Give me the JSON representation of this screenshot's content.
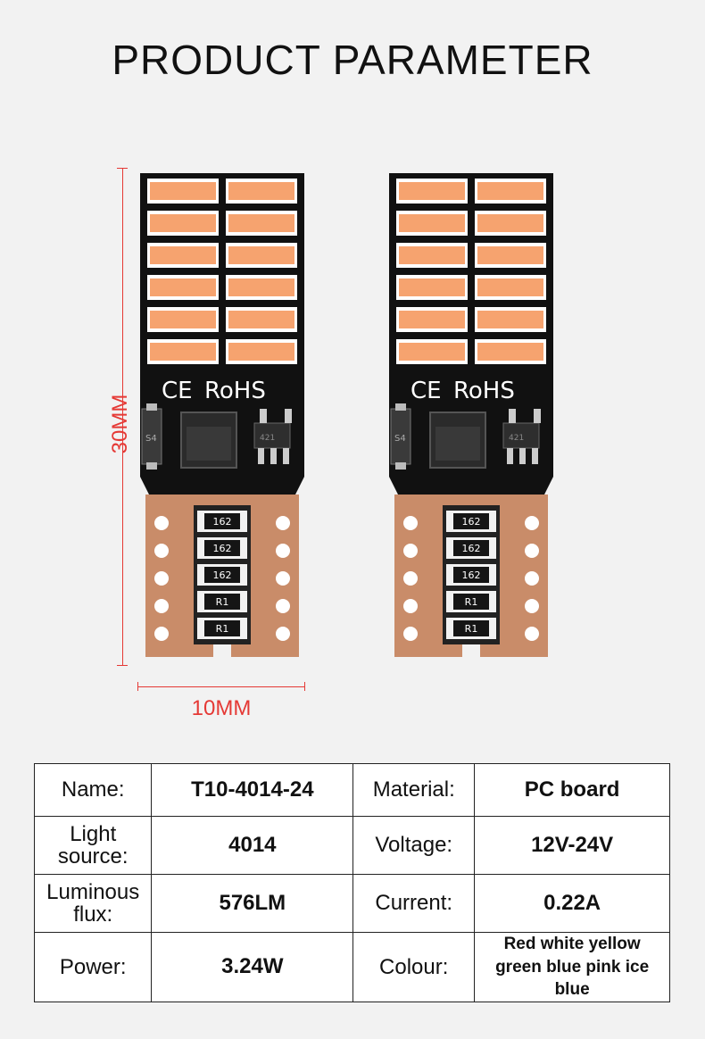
{
  "title": "PRODUCT PARAMETER",
  "dimensions": {
    "height_label": "30MM",
    "width_label": "10MM"
  },
  "bulb": {
    "led_color": "#f6a36f",
    "board_color": "#111111",
    "base_color": "#c98c69",
    "rohs_label": "RoHS",
    "ce_label": "CE",
    "diode_label": "S4",
    "chip_label": "421",
    "resistor_labels": [
      "162",
      "162",
      "162",
      "R1",
      "R1"
    ]
  },
  "specs": {
    "rows": [
      {
        "label1": "Name:",
        "value1": "T10-4014-24",
        "label2": "Material:",
        "value2": "PC board"
      },
      {
        "label1": "Light source:",
        "value1": "4014",
        "label2": "Voltage:",
        "value2": "12V-24V"
      },
      {
        "label1": "Luminous flux:",
        "value1": "576LM",
        "label2": "Current:",
        "value2": "0.22A"
      },
      {
        "label1": "Power:",
        "value1": "3.24W",
        "label2": "Colour:",
        "value2": "Red white yellow green blue pink ice blue"
      }
    ]
  }
}
